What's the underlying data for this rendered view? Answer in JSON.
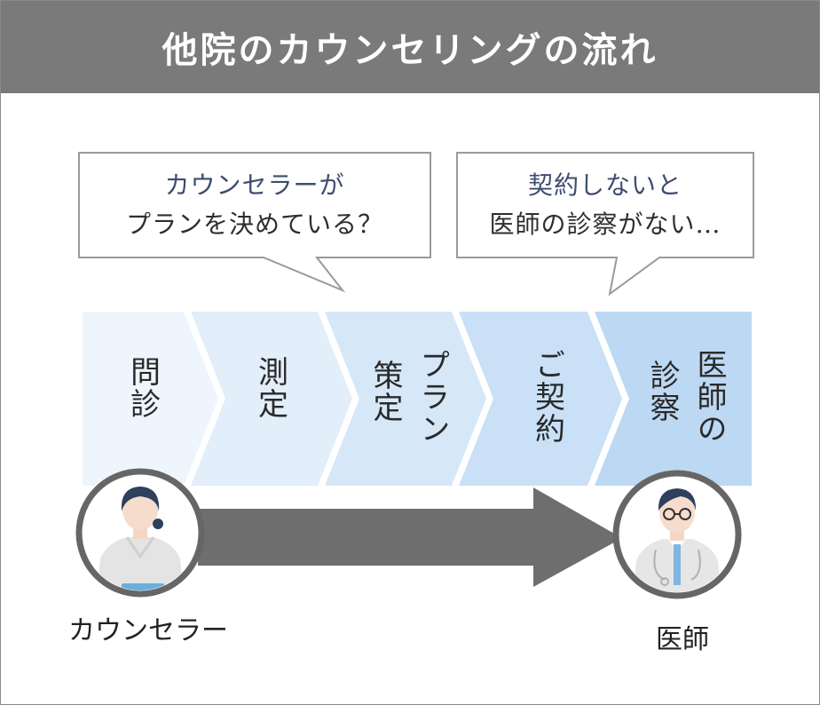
{
  "title": "他院のカウンセリングの流れ",
  "bubbles": [
    {
      "line1": "カウンセラーが",
      "line2": "プランを決めている？"
    },
    {
      "line1": "契約しないと",
      "line2": "医師の診察がない…"
    }
  ],
  "steps": [
    {
      "name": "問診",
      "columns": [
        "問診"
      ],
      "color": "#eef5fc"
    },
    {
      "name": "測定",
      "columns": [
        "測定"
      ],
      "color": "#e2eef9"
    },
    {
      "name": "プラン策定",
      "columns": [
        "プラン",
        "策定"
      ],
      "color": "#d6e8f8"
    },
    {
      "name": "ご契約",
      "columns": [
        "ご契約"
      ],
      "color": "#c9e0f6"
    },
    {
      "name": "医師の診察",
      "columns": [
        "医師の",
        "診察"
      ],
      "color": "#bcd8f3"
    }
  ],
  "people": {
    "counselor": {
      "label": "カウンセラー",
      "icon": "counselor-icon"
    },
    "doctor": {
      "label": "医師",
      "icon": "doctor-icon"
    }
  },
  "colors": {
    "header": "#7a7a7a",
    "arrow": "#6e6e6e",
    "bubble_border": "#9a9a9a",
    "circle_border": "#666666",
    "text_accent": "#3d4d6e"
  }
}
